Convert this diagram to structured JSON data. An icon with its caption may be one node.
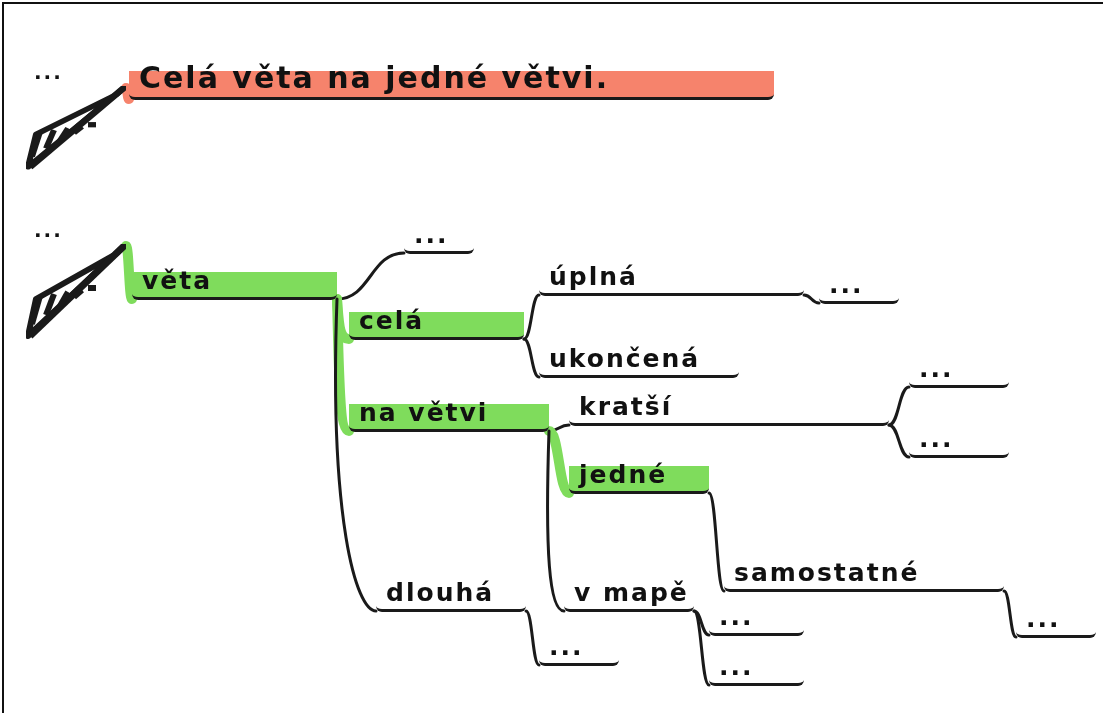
{
  "diagram": {
    "nodes": [
      {
        "text": [],
        "shape": "picture",
        "beside": [
          "..."
        ]
      },
      {
        "text": [
          "Celá věta na jedné větvi."
        ]
      },
      {
        "text": [],
        "shape": "picture",
        "beside": [
          "..."
        ]
      },
      {
        "text": [
          "věta"
        ]
      },
      {
        "text": [
          "..."
        ]
      },
      {
        "text": [
          "celá"
        ]
      },
      {
        "text": [
          "úplná"
        ]
      },
      {
        "text": [
          "..."
        ]
      },
      {
        "text": [
          "ukončená"
        ]
      },
      {
        "text": [
          "na větvi"
        ]
      },
      {
        "text": [
          "kratší"
        ]
      },
      {
        "text": [
          "..."
        ]
      },
      {
        "text": [
          "..."
        ]
      },
      {
        "text": [
          "jedné"
        ]
      },
      {
        "text": [
          "samostatné"
        ]
      },
      {
        "text": [
          "..."
        ]
      },
      {
        "text": [
          "v mapě"
        ]
      },
      {
        "text": [
          "..."
        ]
      },
      {
        "text": [
          "..."
        ]
      },
      {
        "text": [
          "dlouhá"
        ]
      },
      {
        "text": [
          "..."
        ]
      }
    ],
    "edges": [
      {
        "from": 0,
        "to": 1,
        "arrow": "none",
        "style": "thick",
        "color": "#f6836c"
      },
      {
        "from": 2,
        "to": 3,
        "arrow": "none",
        "style": "thick",
        "color": "#7fdc5c"
      },
      {
        "from": 3,
        "to": 4,
        "arrow": "none"
      },
      {
        "from": 3,
        "to": 5,
        "arrow": "none",
        "style": "thick",
        "color": "#7fdc5c"
      },
      {
        "from": 5,
        "to": 6,
        "arrow": "none"
      },
      {
        "from": 6,
        "to": 7,
        "arrow": "none"
      },
      {
        "from": 5,
        "to": 8,
        "arrow": "none"
      },
      {
        "from": 3,
        "to": 9,
        "arrow": "none",
        "style": "thick",
        "color": "#7fdc5c"
      },
      {
        "from": 9,
        "to": 10,
        "arrow": "none"
      },
      {
        "from": 10,
        "to": 11,
        "arrow": "none"
      },
      {
        "from": 10,
        "to": 12,
        "arrow": "none"
      },
      {
        "from": 9,
        "to": 13,
        "arrow": "none",
        "style": "thick",
        "color": "#7fdc5c"
      },
      {
        "from": 13,
        "to": 14,
        "arrow": "none"
      },
      {
        "from": 14,
        "to": 15,
        "arrow": "none"
      },
      {
        "from": 9,
        "to": 16,
        "arrow": "none"
      },
      {
        "from": 16,
        "to": 17,
        "arrow": "none"
      },
      {
        "from": 16,
        "to": 18,
        "arrow": "none"
      },
      {
        "from": 3,
        "to": 19,
        "arrow": "none"
      },
      {
        "from": 19,
        "to": 20,
        "arrow": "none"
      }
    ]
  }
}
